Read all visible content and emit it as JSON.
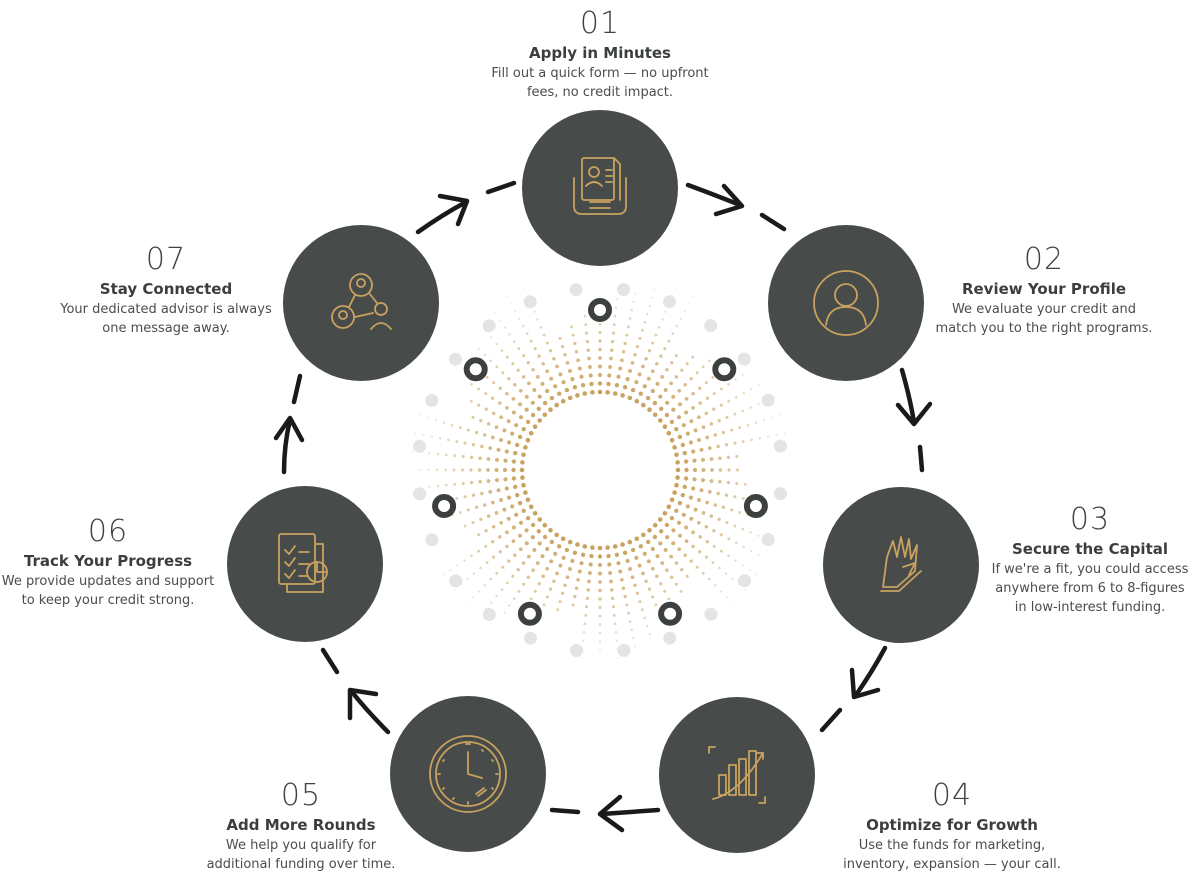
{
  "colors": {
    "circle": "#474c4a",
    "gold": "#c9a25f",
    "arrow": "#1a1a1a",
    "ring": "#3c403e",
    "dot_grey": "#e4e4e4"
  },
  "steps": [
    {
      "num": "01",
      "title": "Apply in Minutes",
      "desc": "Fill out a quick form — no upfront\nfees, no credit impact.",
      "icon": "application-form-icon"
    },
    {
      "num": "02",
      "title": "Review Your Profile",
      "desc": "We evaluate your credit and\nmatch you to the right programs.",
      "icon": "user-profile-icon"
    },
    {
      "num": "03",
      "title": "Secure the Capital",
      "desc": "If we're a fit, you could access\nanywhere from 6 to 8-figures\nin low-interest funding.",
      "icon": "hand-holding-icon"
    },
    {
      "num": "04",
      "title": "Optimize for Growth",
      "desc": "Use the funds for marketing,\ninventory, expansion — your call.",
      "icon": "growth-chart-icon"
    },
    {
      "num": "05",
      "title": "Add More Rounds",
      "desc": "We help you qualify for\nadditional funding over time.",
      "icon": "clock-icon"
    },
    {
      "num": "06",
      "title": "Track Your Progress",
      "desc": "We provide updates and support\nto keep your credit strong.",
      "icon": "report-checklist-icon"
    },
    {
      "num": "07",
      "title": "Stay Connected",
      "desc": "Your dedicated advisor is always\none message away.",
      "icon": "advisor-network-icon"
    }
  ]
}
